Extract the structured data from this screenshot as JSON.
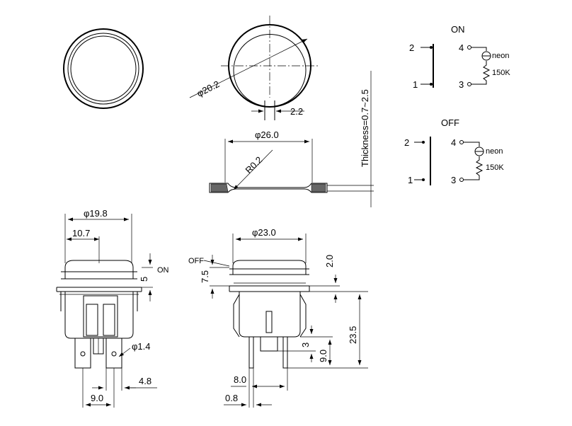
{
  "ring_view": {
    "dia_label": "φ20.2",
    "gap_label": "2.2"
  },
  "panel_view": {
    "dia_label": "φ26.0",
    "radius_label": "R0.2",
    "thickness_label": "Thickness=0.7~2.5"
  },
  "schematic_on": {
    "state": "ON",
    "pin2": "2",
    "pin1": "1",
    "pin4": "4",
    "pin3": "3",
    "lamp": "neon",
    "resistor": "150K"
  },
  "schematic_off": {
    "state": "OFF",
    "pin2": "2",
    "pin1": "1",
    "pin4": "4",
    "pin3": "3",
    "lamp": "neon",
    "resistor": "150K"
  },
  "front_view": {
    "dia_top": "φ19.8",
    "width_10_7": "10.7",
    "height_5": "5",
    "on_label": "ON",
    "pin_dia": "φ1.4",
    "pitch_4_8": "4.8",
    "pitch_9_0": "9.0"
  },
  "side_view": {
    "dia_top": "φ23.0",
    "off_label": "OFF",
    "h_7_5": "7.5",
    "h_2_0": "2.0",
    "h_23_5": "23.5",
    "h_3": "3",
    "h_9_0": "9.0",
    "w_8_0": "8.0",
    "w_0_8": "0.8"
  }
}
